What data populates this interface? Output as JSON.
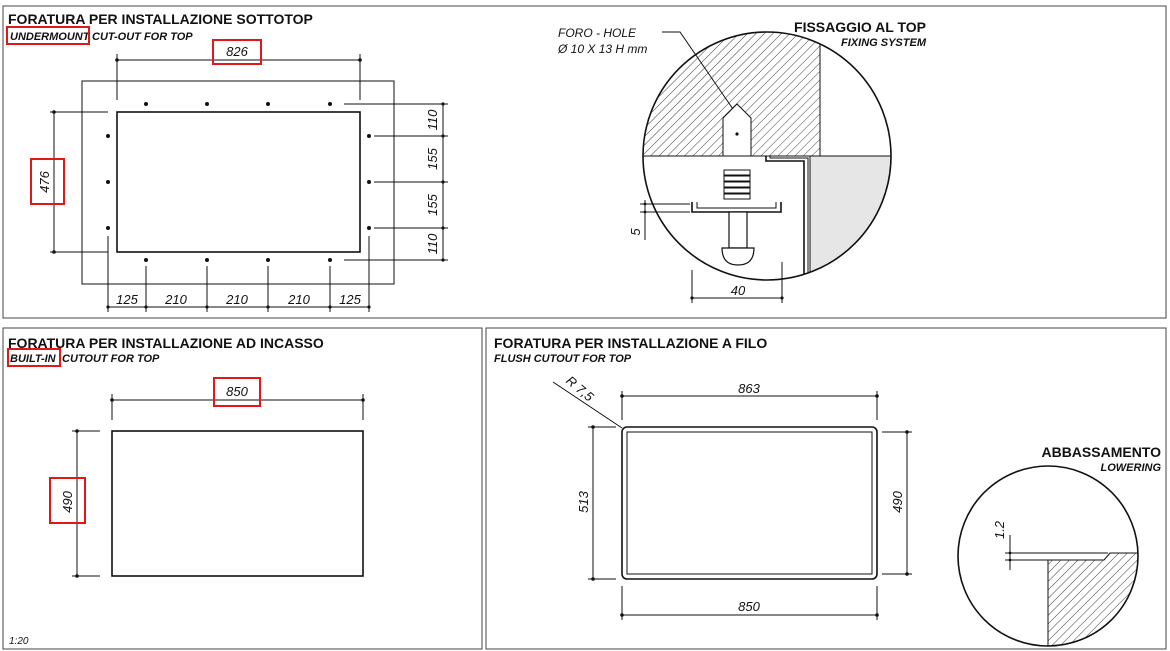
{
  "panel_undermount": {
    "title": "FORATURA PER INSTALLAZIONE SOTTOTOP",
    "subtitle_highlight": "UNDERMOUNT",
    "subtitle_rest": "CUT-OUT FOR TOP",
    "width": "826",
    "height": "476",
    "right_dims": [
      "110",
      "155",
      "155",
      "110"
    ],
    "bottom_dims": [
      "125",
      "210",
      "210",
      "210",
      "125"
    ]
  },
  "panel_fixing": {
    "title": "FISSAGGIO AL TOP",
    "subtitle": "FIXING SYSTEM",
    "hole_label": "FORO - HOLE",
    "hole_size": "Ø 10 X 13 H mm",
    "gap": "5",
    "width": "40"
  },
  "panel_builtin": {
    "title": "FORATURA PER INSTALLAZIONE AD INCASSO",
    "subtitle_highlight": "BUILT-IN",
    "subtitle_rest": "CUTOUT FOR TOP",
    "width": "850",
    "height": "490",
    "scale": "1:20"
  },
  "panel_flush": {
    "title": "FORATURA PER INSTALLAZIONE A FILO",
    "subtitle": "FLUSH CUTOUT FOR TOP",
    "radius": "R 7,5",
    "outer_width": "863",
    "inner_width": "850",
    "outer_height": "513",
    "inner_height": "490"
  },
  "panel_lowering": {
    "title": "ABBASSAMENTO",
    "subtitle": "LOWERING",
    "depth": "1.2"
  },
  "colors": {
    "line": "#111111",
    "highlight_box": "#e01818",
    "panel_border": "#444444"
  }
}
